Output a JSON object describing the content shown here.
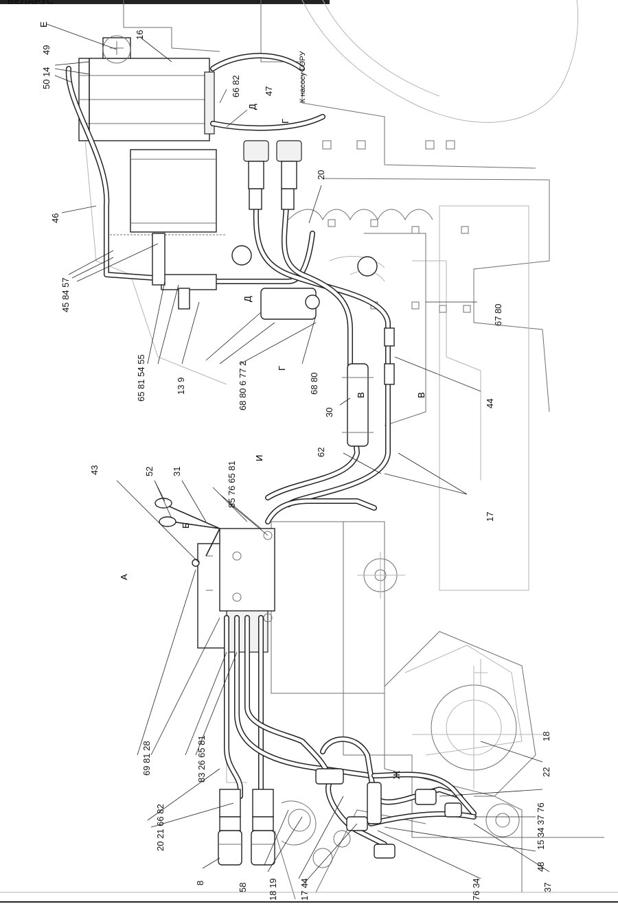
{
  "header": {
    "left_text": "\"БЕЛАРУС\"",
    "right_text": ""
  },
  "notes": {
    "to_pump": "К насосу ГОРУ"
  },
  "view_letters": [
    "А",
    "Б",
    "В",
    "В",
    "Г",
    "Г",
    "Д",
    "Д",
    "Е",
    "Ж",
    "И"
  ],
  "callouts": [
    "50 14",
    "49",
    "Е",
    "16",
    "66 82",
    "47",
    "Д",
    "Г",
    "46",
    "45 84 57",
    "20",
    "65 81 54 55",
    "13 9",
    "68 80 6 77 2",
    "Д",
    "68 80",
    "Г",
    "67 80",
    "30",
    "В",
    "В",
    "44",
    "43",
    "52",
    "31",
    "85 76 65 81",
    "И",
    "62",
    "Б",
    "А",
    "17",
    "69 81 28",
    "83 26 65 81",
    "20 21 66 82",
    "8",
    "58",
    "18 19",
    "17 44",
    "Ж",
    "22",
    "18",
    "15 34 37 76",
    "48",
    "76 34",
    "37"
  ]
}
